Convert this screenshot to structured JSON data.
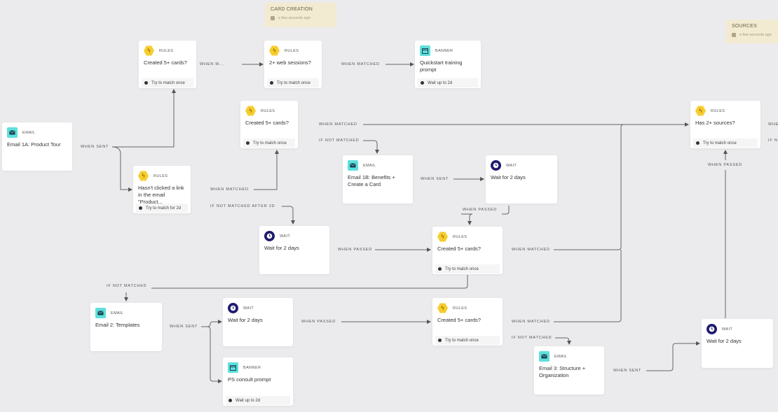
{
  "notes": [
    {
      "title": "CARD CREATION",
      "subtitle": "a few seconds ago"
    },
    {
      "title": "SOURCES",
      "subtitle": "a few seconds ago"
    }
  ],
  "nodes": [
    {
      "type": "EMAIL",
      "icon": "envelope-icon",
      "title": "Email 1A: Product Tour",
      "footer": ""
    },
    {
      "type": "RULES",
      "icon": "lightning-icon",
      "title": "Created 5+ cards?",
      "footer": "Try to match once"
    },
    {
      "type": "RULES",
      "icon": "lightning-icon",
      "title": "2+ web sessions?",
      "footer": "Try to match once"
    },
    {
      "type": "BANNER",
      "icon": "banner-icon",
      "title": "Quickstart training prompt",
      "footer": "Wait up to 2d"
    },
    {
      "type": "RULES",
      "icon": "lightning-icon",
      "title": "Created 5+ cards?",
      "footer": "Try to match once"
    },
    {
      "type": "RULES",
      "icon": "lightning-icon",
      "title": "Hasn't clicked a link in the email \"Product...",
      "footer": "Try to match for 2d"
    },
    {
      "type": "EMAIL",
      "icon": "envelope-icon",
      "title": "Email 1B: Benefits + Create a Card",
      "footer": ""
    },
    {
      "type": "WAIT",
      "icon": "clock-icon",
      "title": "Wait for 2 days",
      "footer": ""
    },
    {
      "type": "RULES",
      "icon": "lightning-icon",
      "title": "Has 2+ sources?",
      "footer": "Try to match once"
    },
    {
      "type": "WAIT",
      "icon": "clock-icon",
      "title": "Wait for 2 days",
      "footer": ""
    },
    {
      "type": "RULES",
      "icon": "lightning-icon",
      "title": "Created 5+ cards?",
      "footer": "Try to match once"
    },
    {
      "type": "EMAIL",
      "icon": "envelope-icon",
      "title": "Email 2: Templates",
      "footer": ""
    },
    {
      "type": "WAIT",
      "icon": "clock-icon",
      "title": "Wait for 2 days",
      "footer": ""
    },
    {
      "type": "BANNER",
      "icon": "banner-icon",
      "title": "PS consult prompt",
      "footer": "Wait up to 2d"
    },
    {
      "type": "RULES",
      "icon": "lightning-icon",
      "title": "Created 5+ cards?",
      "footer": "Try to match once"
    },
    {
      "type": "EMAIL",
      "icon": "envelope-icon",
      "title": "Email 3: Structure + Organization",
      "footer": ""
    },
    {
      "type": "WAIT",
      "icon": "clock-icon",
      "title": "Wait for 2 days",
      "footer": ""
    }
  ],
  "edge_labels": [
    "WHEN SENT",
    "WHEN M...",
    "WHEN MATCHED",
    "WHEN MATCHED",
    "IF NOT MATCHED",
    "WHEN MATCHED",
    "IF NOT MATCHED AFTER 2D",
    "WHEN SENT",
    "WHEN PASSED",
    "WHEN PASSED",
    "WHEN MATCHED",
    "IF NOT MATCHED",
    "WHEN SENT",
    "WHEN PASSED",
    "WHEN MATCHED",
    "IF NOT MATCHED",
    "WHEN SENT",
    "WHEN PASSED",
    "WHEN",
    "IF N"
  ]
}
